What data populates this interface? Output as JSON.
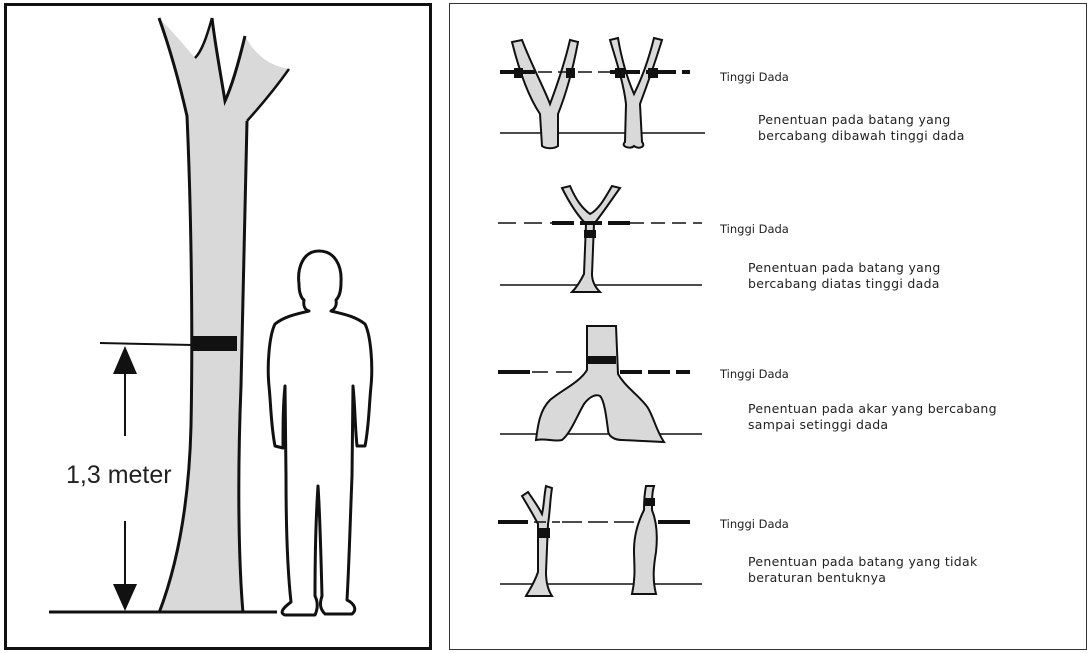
{
  "left": {
    "height_label": "1,3 meter"
  },
  "right": {
    "sections": [
      {
        "label": "Tinggi Dada",
        "desc": [
          "Penentuan pada batang yang",
          "bercabang dibawah tinggi dada"
        ]
      },
      {
        "label": "Tinggi Dada",
        "desc": [
          "Penentuan pada batang yang",
          "bercabang diatas tinggi dada"
        ]
      },
      {
        "label": "Tinggi Dada",
        "desc": [
          "Penentuan pada akar yang bercabang",
          "sampai setinggi dada"
        ]
      },
      {
        "label": "Tinggi Dada",
        "desc": [
          "Penentuan pada batang yang tidak",
          "beraturan bentuknya"
        ]
      }
    ]
  },
  "colors": {
    "trunk_fill": "#d9d9d9",
    "outline": "#111111",
    "band": "#111111"
  }
}
